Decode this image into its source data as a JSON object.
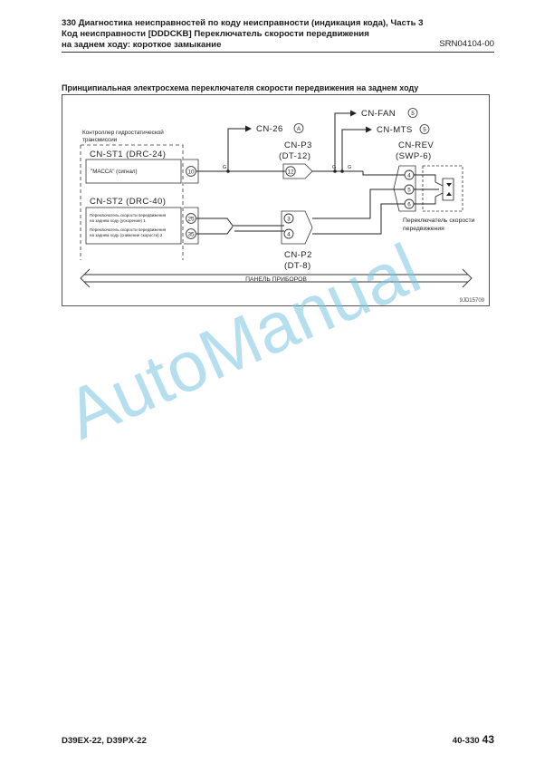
{
  "header": {
    "line1": "330 Диагностика неисправностей по коду неисправности (индикация кода), Часть 3",
    "line2": "Код неисправности [DDDCKB] Переключатель скорости передвижения",
    "line3": "на заднем ходу: короткое замыкание",
    "code": "SRN04104-00"
  },
  "figure": {
    "caption": "Принципиальная электросхема переключателя скорости передвижения на заднем ходу",
    "controller_label": [
      "Контроллер гидростатической",
      "трансмиссии"
    ],
    "cn_st1": "CN-ST1 (DRC-24)",
    "cn_st2": "CN-ST2 (DRC-40)",
    "massa_label": "\"МАССА\" (сигнал)",
    "switch_desc_1": [
      "Переключатель скорости передвижения",
      "на заднем ходу (ускорение) 1"
    ],
    "switch_desc_2": [
      "Переключатель скорости передвижения",
      "на заднем ходу (снижение скорости) 2"
    ],
    "pin_10": "10",
    "pin_25": "25",
    "pin_35": "35",
    "cn_26": "CN-26",
    "cn_26_mark": "A",
    "cn_fan": "CN-FAN",
    "cn_fan_mark": "5",
    "cn_mts": "CN-MTS",
    "cn_mts_mark": "5",
    "cn_p3": "CN-P3",
    "cn_p3_type": "(DT-12)",
    "pin_12": "12",
    "cn_p2": "CN-P2",
    "cn_p2_type": "(DT-8)",
    "pin_3": "3",
    "pin_4": "4",
    "cn_rev": "CN-REV",
    "cn_rev_type": "(SWP-6)",
    "rev_pin_4": "4",
    "rev_pin_5": "5",
    "rev_pin_6": "6",
    "wire_g": "G",
    "switch_label": [
      "Переключатель скорости",
      "передвижения"
    ],
    "panel_label": "ПАНЕЛЬ ПРИБОРОВ",
    "figure_code": "9JD15709"
  },
  "watermark": "AutoManual",
  "footer": {
    "models": "D39EX-22, D39PX-22",
    "section": "40-330",
    "page": "43"
  }
}
